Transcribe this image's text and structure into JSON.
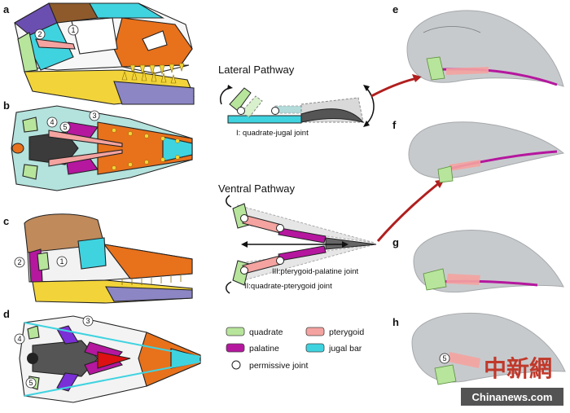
{
  "panels": {
    "a": "a",
    "b": "b",
    "c": "c",
    "d": "d",
    "e": "e",
    "f": "f",
    "g": "g",
    "h": "h"
  },
  "pathways": {
    "lateral_title": "Lateral Pathway",
    "lateral_joint": "I: quadrate-jugal joint",
    "ventral_title": "Ventral Pathway",
    "ventral_joint_3": "III:pterygoid-palatine joint",
    "ventral_joint_2": "II:quadrate-pterygoid joint"
  },
  "joint_markers": {
    "one": "1",
    "two": "2",
    "three": "3",
    "four": "4",
    "five": "5"
  },
  "legend": {
    "items": [
      {
        "label": "quadrate",
        "color": "#b7e59b"
      },
      {
        "label": "pterygoid",
        "color": "#f4a3a0"
      },
      {
        "label": "palatine",
        "color": "#b5179e"
      },
      {
        "label": "jugal bar",
        "color": "#3fd3e0"
      }
    ],
    "joint_label": "permissive joint"
  },
  "watermark": {
    "chinese": "中新網",
    "site": "Chinanews.com"
  },
  "colors": {
    "quadrate": "#b7e59b",
    "pterygoid": "#f4a3a0",
    "palatine": "#b5179e",
    "jugal": "#3fd3e0",
    "maxilla": "#e8711c",
    "dentary": "#f2d43a",
    "postdentary": "#8c86c4",
    "nasal": "#8e5a2b",
    "frontal": "#6b4fb0",
    "arrow": "#b11f1f"
  }
}
